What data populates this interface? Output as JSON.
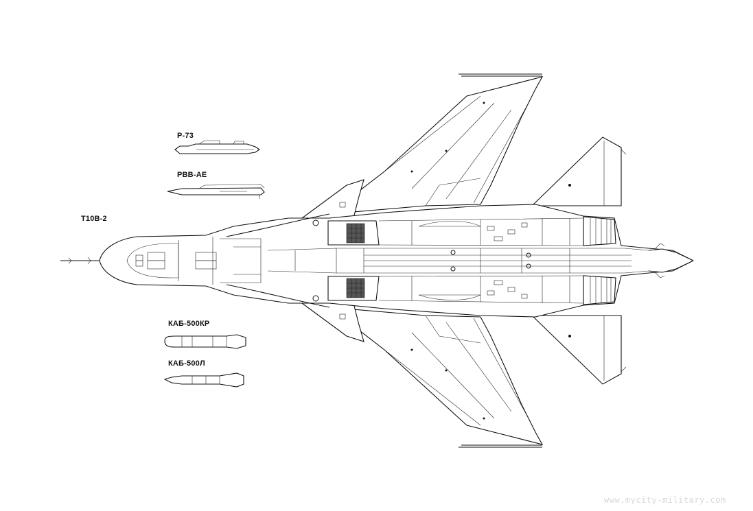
{
  "labels": {
    "aircraft": "Т10В-2",
    "r73": "Р-73",
    "rvv_ae": "РВВ-АЕ",
    "kab500kr": "КАБ-500КР",
    "kab500l": "КАБ-500Л"
  },
  "watermark": "www.mycity-military.com"
}
